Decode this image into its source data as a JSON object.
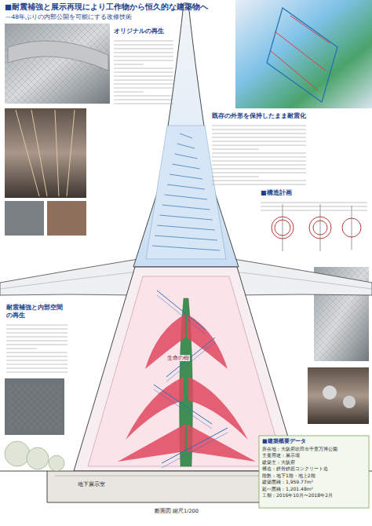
{
  "diagram": {
    "title": "■耐震補強と展示再現により工作物から恒久的な建築物へ",
    "nodes": [
      {
        "text": [
          "オリジナルの再生"
        ]
      },
      {
        "text": [
          "既存の外形を保持したまま耐震化"
        ]
      },
      {
        "text": [
          "■構造計画"
        ]
      },
      {
        "text": [
          "耐震補強と内部空間の再生"
        ]
      },
      {
        "text": [
          "■建築概要データ",
          "所在地：大阪府吹田市千里万博公園",
          "主要用途：展示場",
          "建築主：大阪府",
          "構造：鉄骨鉄筋コンクリート造",
          "階数：地下1階・地上2階",
          "建築面積：1,959.77m²",
          "延べ面積：1,201.48m²",
          "工期：2016年10月〜2018年2月"
        ]
      }
    ],
    "labels": [
      "—48年ぶりの内部公開を可能にする改修技術",
      "生命の樹",
      "地下展示室",
      "断面図 縮尺1/200"
    ]
  }
}
